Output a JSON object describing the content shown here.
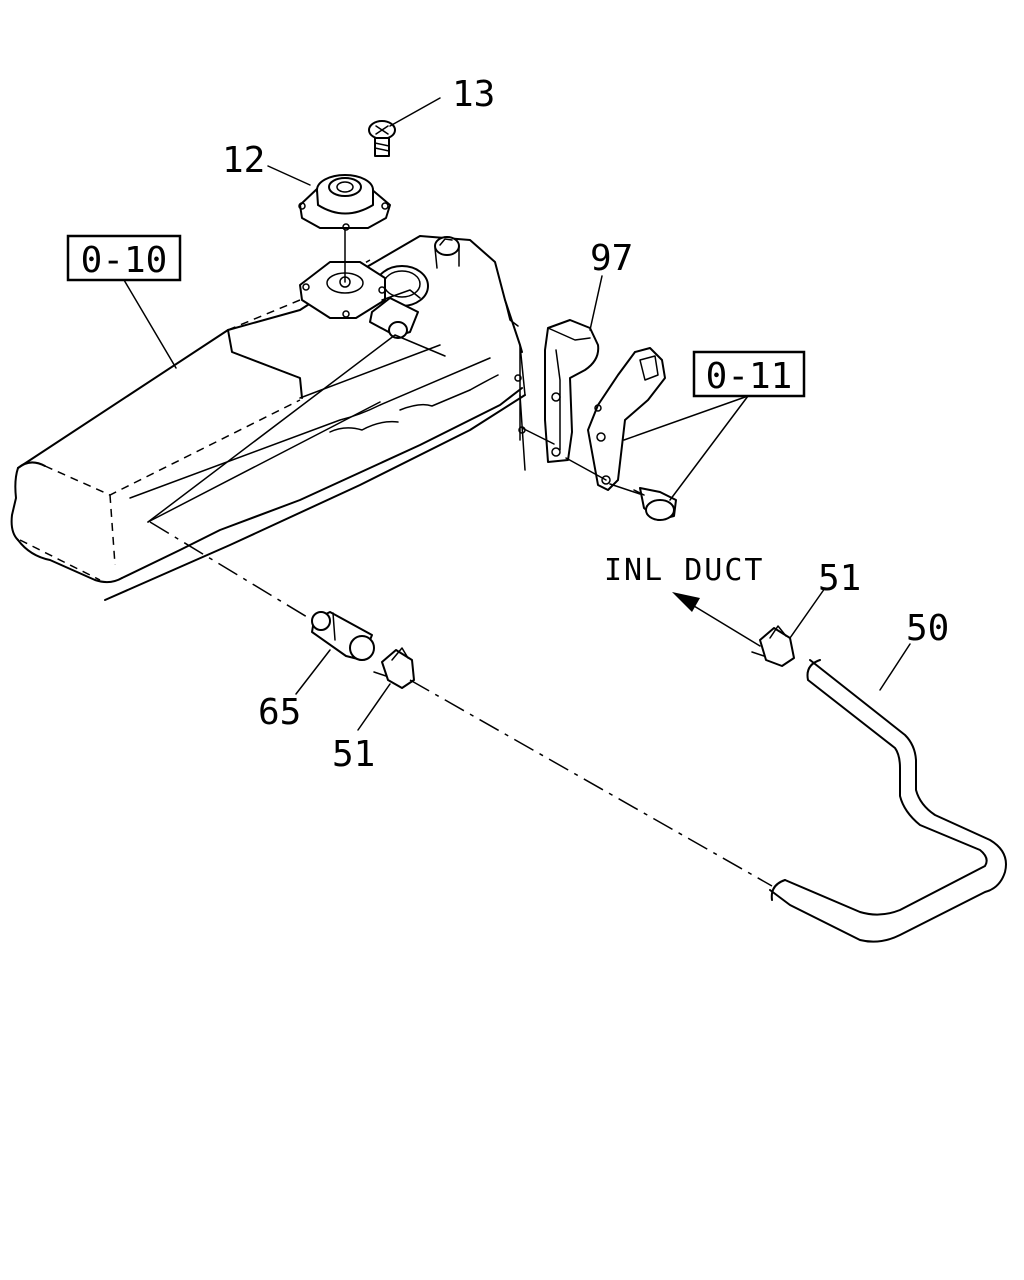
{
  "callouts": {
    "part_13": "13",
    "part_12": "12",
    "part_97": "97",
    "part_51_right": "51",
    "part_50": "50",
    "part_65": "65",
    "part_51_left": "51"
  },
  "references": {
    "ref_0_10": "0-10",
    "ref_0_11": "0-11"
  },
  "annotations": {
    "direction_label": "INL DUCT"
  }
}
